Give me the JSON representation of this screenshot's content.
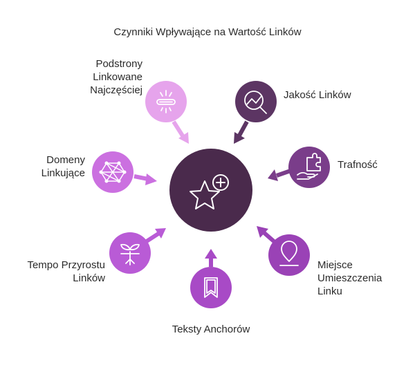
{
  "title": "Czynniki Wpływające na Wartość Linków",
  "center": {
    "icon": "star-plus-icon",
    "color": "#4a2a4c"
  },
  "factors": [
    {
      "id": "podstrony",
      "lines": [
        "Podstrony",
        "Linkowane",
        "Najczęściej"
      ],
      "icon": "glowing-bar-icon",
      "color": "#e6a4ec"
    },
    {
      "id": "jakosc",
      "lines": [
        "Jakość Linków"
      ],
      "icon": "chart-magnifier-icon",
      "color": "#5c3563"
    },
    {
      "id": "trafnosc",
      "lines": [
        "Trafność"
      ],
      "icon": "puzzle-hand-icon",
      "color": "#7a3d8a"
    },
    {
      "id": "miejsce",
      "lines": [
        "Miejsce",
        "Umieszczenia",
        "Linku"
      ],
      "icon": "location-pin-icon",
      "color": "#9a42b6"
    },
    {
      "id": "teksty",
      "lines": [
        "Teksty Anchorów"
      ],
      "icon": "bookmark-icon",
      "color": "#a84ac6"
    },
    {
      "id": "tempo",
      "lines": [
        "Tempo Przyrostu",
        "Linków"
      ],
      "icon": "sprout-icon",
      "color": "#b95bd6"
    },
    {
      "id": "domeny",
      "lines": [
        "Domeny",
        "Linkujące"
      ],
      "icon": "network-icon",
      "color": "#cb70e0"
    }
  ]
}
